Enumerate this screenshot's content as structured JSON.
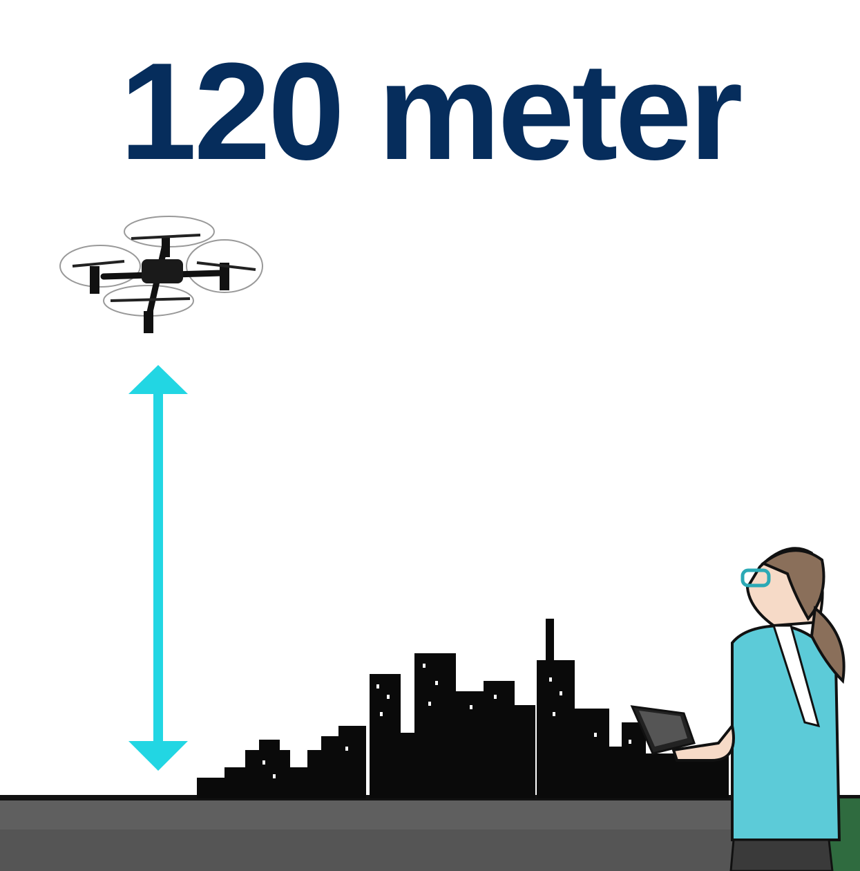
{
  "title": "120 meter",
  "colors": {
    "title": "#062d5c",
    "arrow": "#22d6e3",
    "ground": "#5a5a5a",
    "skyline": "#0a0a0a",
    "shirt": "#5ccbd8",
    "grass": "#2f6b3f"
  },
  "icons": [
    "drone-icon",
    "height-arrow-icon",
    "city-skyline",
    "drone-pilot-figure"
  ]
}
